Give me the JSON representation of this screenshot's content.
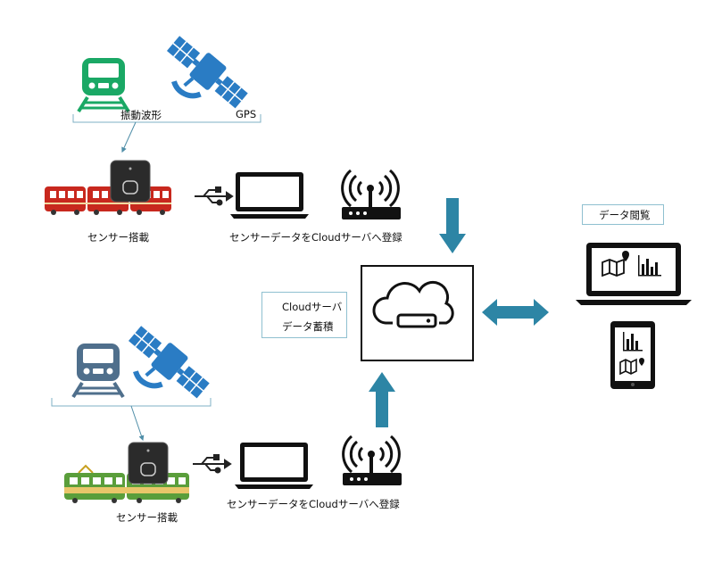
{
  "top_section": {
    "vibration_label": "振動波形",
    "gps_label": "GPS",
    "sensor_label": "センサー搭載",
    "upload_label": "センサーデータをCloudサーバへ登録"
  },
  "bottom_section": {
    "sensor_label": "センサー搭載",
    "upload_label": "センサーデータをCloudサーバへ登録"
  },
  "cloud": {
    "line1": "Cloudサーバ",
    "line2": "データ蓄積"
  },
  "viewer": {
    "title": "データ閲覧"
  },
  "colors": {
    "train_green": "#1aa865",
    "train_grey": "#4f6f8c",
    "satellite_blue": "#2a7cc4",
    "arrow_teal": "#2d85a5",
    "red_train": "#c8281e",
    "green_train": "#5a9e3b",
    "bracket": "#7fb0c4"
  }
}
